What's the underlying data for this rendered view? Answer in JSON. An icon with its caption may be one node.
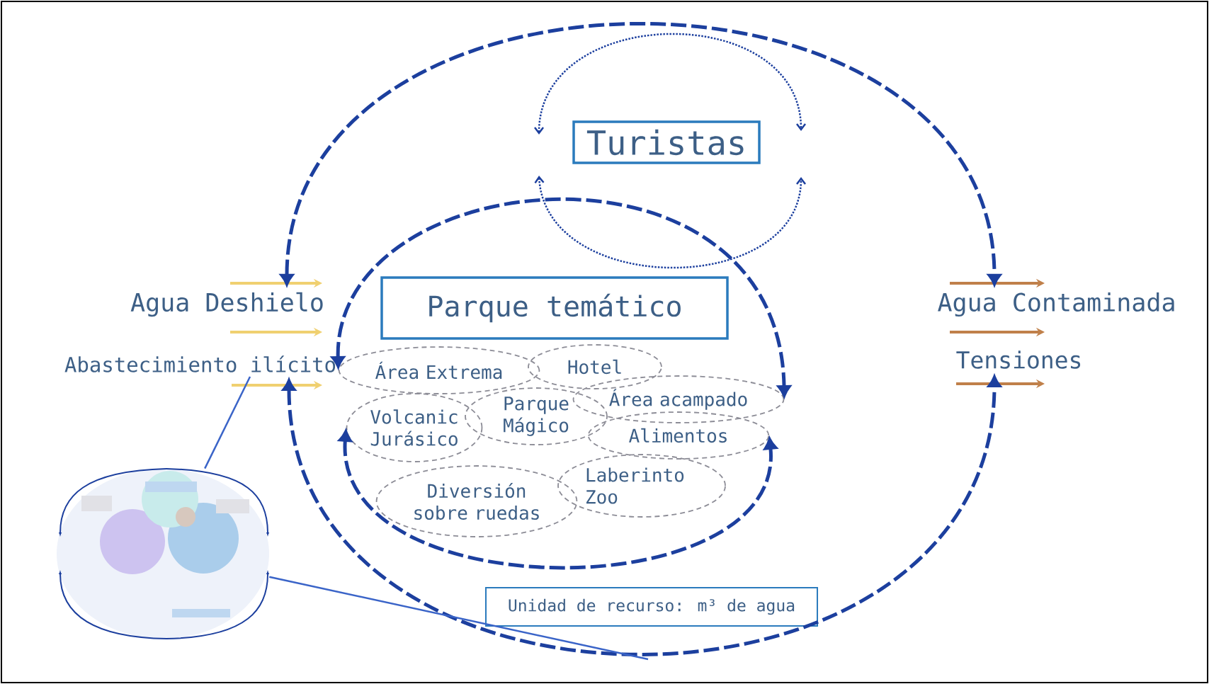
{
  "diagram": {
    "nodes": [
      {
        "text": [
          "Turistas"
        ]
      },
      {
        "text": [
          "Parque temático"
        ]
      },
      {
        "text": [
          "Agua Deshielo"
        ]
      },
      {
        "text": [
          "Abastecimiento ilícito"
        ]
      },
      {
        "text": [
          "Agua Contaminada"
        ]
      },
      {
        "text": [
          "Tensiones"
        ]
      },
      {
        "text": [
          "Área Extrema"
        ]
      },
      {
        "text": [
          "Hotel"
        ]
      },
      {
        "text": [
          "Área acampado"
        ]
      },
      {
        "text": [
          "Volcanic Jurásico"
        ]
      },
      {
        "text": [
          "Parque Mágico"
        ]
      },
      {
        "text": [
          "Alimentos"
        ]
      },
      {
        "text": [
          "Diversión sobre ruedas"
        ]
      },
      {
        "text": [
          "Laberinto Zoo"
        ]
      },
      {
        "text": [
          "Unidad de recurso: m³ de agua"
        ]
      },
      {
        "text": [],
        "shape": "picture"
      }
    ],
    "edges": [
      {
        "from": 2,
        "to": 4,
        "arrow": "both",
        "style": "dashed"
      },
      {
        "from": 3,
        "to": 5,
        "arrow": "both",
        "style": "dashed"
      },
      {
        "from": 6,
        "to": 8,
        "arrow": "both",
        "style": "dashed"
      },
      {
        "from": 9,
        "to": 11,
        "arrow": "both",
        "style": "dashed"
      },
      {
        "from": 15,
        "to": 3,
        "arrow": "none",
        "color": "#3a64c8"
      },
      {
        "from": 15,
        "to": null,
        "arrow": "none",
        "color": "#3a64c8"
      }
    ]
  }
}
